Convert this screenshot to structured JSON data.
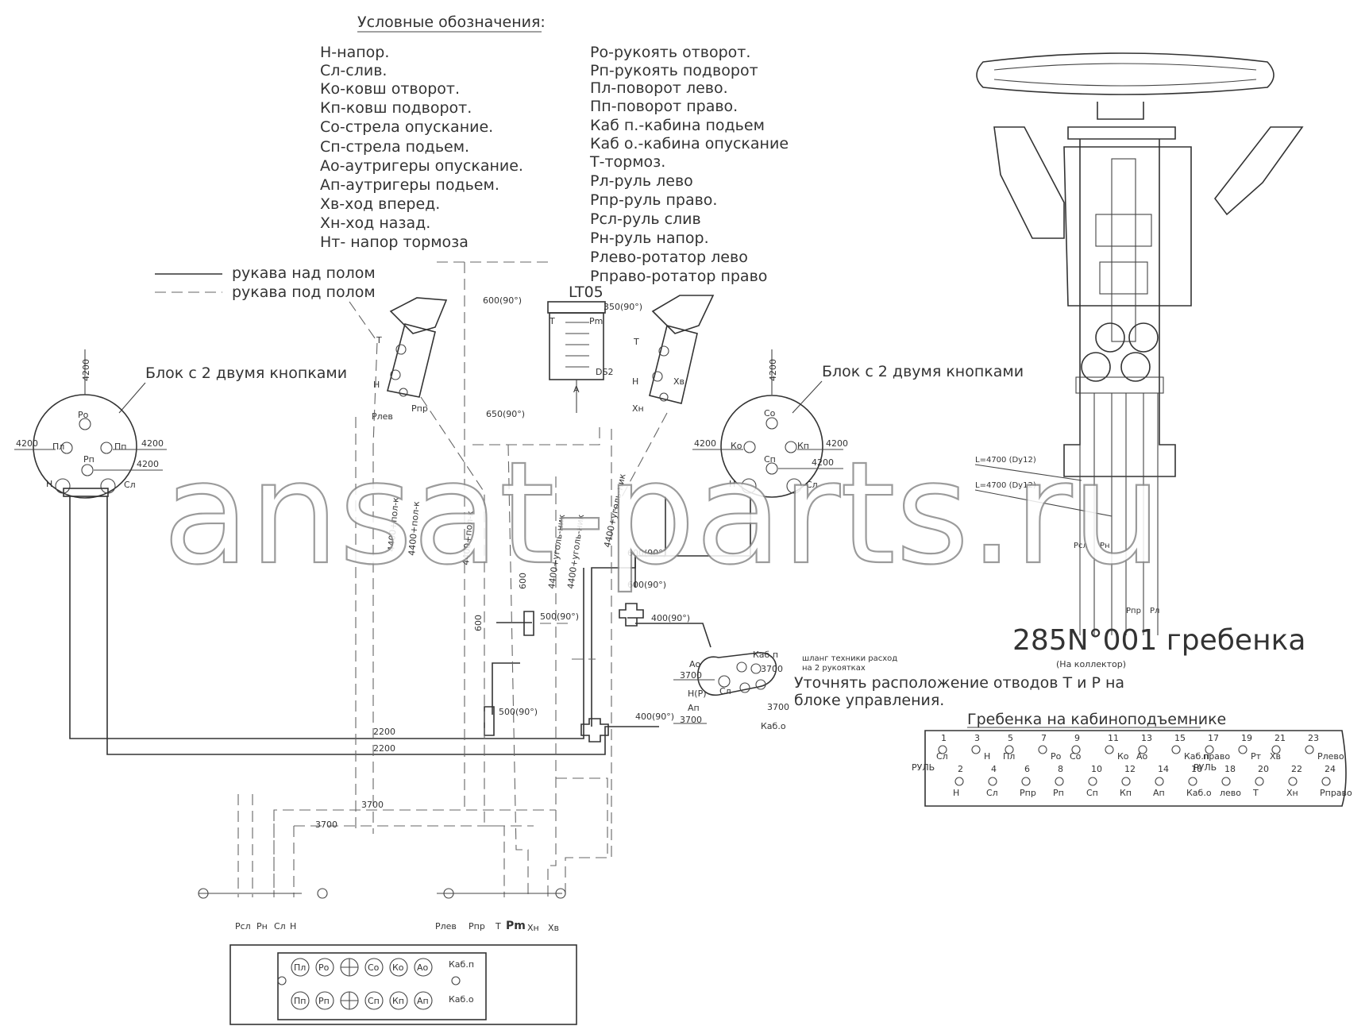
{
  "watermark": "ansat-parts.ru",
  "legend": {
    "title": "Условные обозначения:",
    "col1": [
      "Н-напор.",
      "Сл-слив.",
      "Ко-ковш отворот.",
      "Кп-ковш подворот.",
      "Со-стрела опускание.",
      "Сп-стрела подьем.",
      "Ао-аутригеры опускание.",
      "Ап-аутригеры подьем.",
      "Хв-ход вперед.",
      "Хн-ход назад.",
      "Нт- напор тормоза"
    ],
    "col2": [
      "Ро-рукоять отворот.",
      "Рп-рукоять подворот",
      "Пл-поворот лево.",
      "Пп-поворот право.",
      "Каб п.-кабина подьем",
      "Каб о.-кабина опускание",
      "Т-тормоз.",
      "Рл-руль лево",
      "Рпр-руль право.",
      "Рсл-руль слив",
      "Рн-руль напор.",
      "Рлево-ротатор лево",
      "Рправо-ротатор право"
    ],
    "hose_over": "рукава над полом",
    "hose_under": "рукава под полом"
  },
  "left_block": {
    "title": "Блок с 2 двумя кнопками",
    "ports": {
      "ro": "Ро",
      "pl": "Пл",
      "pp": "Пп",
      "rp": "Рп",
      "n": "Н",
      "sl": "Сл"
    },
    "dims": {
      "top": "4200",
      "left": "4200",
      "right1": "4200",
      "right2": "4200"
    }
  },
  "right_block": {
    "title": "Блок с 2 двумя кнопками",
    "ports": {
      "so": "Со",
      "ko": "Ко",
      "kp": "Кп",
      "sp": "Сп",
      "n": "Н",
      "sl": "Сл"
    },
    "dims": {
      "top": "4200",
      "left": "4200",
      "right1": "4200",
      "right2": "4200"
    }
  },
  "valve": {
    "title": "LT05",
    "t": "Т",
    "pm": "Pm",
    "ds": "DS2",
    "a": "A"
  },
  "pedal_left": {
    "t": "Т",
    "n": "Н",
    "rlev": "Рлев",
    "rpr": "Рпр"
  },
  "pedal_right": {
    "t": "Т",
    "n": "Н",
    "xv": "Хв",
    "xn": "Хн"
  },
  "dims": {
    "d600_90": "600(90°)",
    "d350_90": "350(90°)",
    "d650_90": "650(90°)",
    "d600_90b": "600(90°)",
    "d600_90c": "600(90°)",
    "d400_90": "400(90°)",
    "d500_90": "500(90°)",
    "d500_90b": "500(90°)",
    "d400_90b": "400(90°)",
    "d2200a": "2200",
    "d2200b": "2200",
    "d3700a": "3700",
    "d3700b": "3700",
    "d600a": "600",
    "d600b": "600",
    "v1": "4400+пол-к",
    "v2": "4400+пол-к",
    "v3": "4400+пол-к",
    "v4": "4400+уголь-ник",
    "v5": "4400+уголь-ник",
    "v6": "4400+уголь-ник"
  },
  "cab_block": {
    "ao": "Ао",
    "ao_dim": "3700",
    "ap": "Ап",
    "ap_dim": "3700",
    "np": "Н(Р)",
    "sl": "Сл",
    "kabp": "Каб.п",
    "kabp_dim": "3700",
    "kabo": "Каб.о",
    "kabo_dim": "3700"
  },
  "notes": {
    "small1": "шланг техники расход",
    "small2": "на 2 рукоятках",
    "line1": "Уточнять расположение отводов Т и Р на",
    "line2": "блоке управления."
  },
  "steering": {
    "l1": "L=4700 (Dy12)",
    "l2": "L=4700 (Dy12)",
    "rsl": "Рсл",
    "rn": "Рн",
    "rpr": "Рпр",
    "rl": "Рл"
  },
  "comb": {
    "title": "285N°001 гребенка",
    "subtitle": "(На коллектор)",
    "cab_title": "Гребенка на кабиноподъемнике",
    "side_label": "РУЛЬ",
    "mid_label": "РУЛЬ",
    "top_nums": [
      "1",
      "3",
      "5",
      "7",
      "9",
      "11",
      "13",
      "15",
      "17",
      "19",
      "21",
      "23"
    ],
    "top_labels": [
      "Сл",
      "Н",
      "Пл",
      "Ро",
      "Со",
      "Ко",
      "Ао",
      "Каб.п",
      "право",
      "Рт",
      "Хв",
      "Рлево"
    ],
    "bot_nums": [
      "2",
      "4",
      "6",
      "8",
      "10",
      "12",
      "14",
      "16",
      "18",
      "20",
      "22",
      "24"
    ],
    "bot_labels": [
      "Н",
      "Сл",
      "Рпр",
      "Рп",
      "Сп",
      "Кп",
      "Ап",
      "Каб.о",
      "лево",
      "Т",
      "Хн",
      "Рправо"
    ]
  },
  "bottom_fittings": {
    "left": [
      "Рсл",
      "Рн",
      "Сл",
      "Н"
    ],
    "right": [
      "Рлев",
      "Рпр",
      "Т",
      "Pm",
      "Хн",
      "Хв"
    ]
  },
  "panel": {
    "top": [
      "Пл",
      "Ро",
      "",
      "Со",
      "Ко",
      "Ао"
    ],
    "bottom": [
      "Пп",
      "Рп",
      "",
      "Сп",
      "Кп",
      "Ап"
    ],
    "kabp": "Каб.п",
    "kabo": "Каб.о"
  }
}
